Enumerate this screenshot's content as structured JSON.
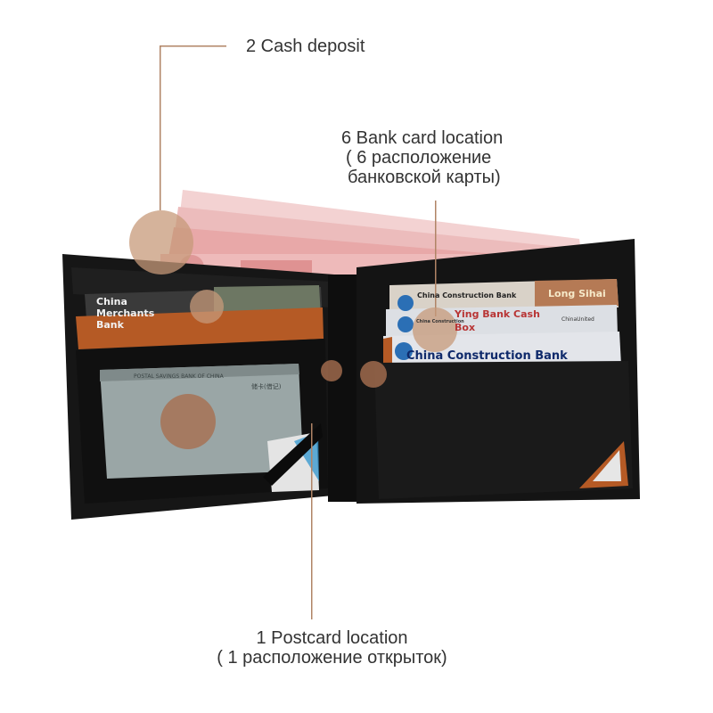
{
  "annotations": {
    "cash_deposit": "2 Cash deposit",
    "bank_card_en": "6 Bank card location",
    "bank_card_ru_1": "( 6 расположение",
    "bank_card_ru_2": "банковской карты)",
    "postcard_en": "1 Postcard location",
    "postcard_ru": "( 1  расположение открыток)"
  },
  "cards": {
    "merchants_1": "China",
    "merchants_2": "Merchants",
    "merchants_3": "Bank",
    "ccb_top": "China Construction Bank",
    "long_sihai": "Long Sihai",
    "ccb_small": "China Construction",
    "ying_bank_1": "Ying Bank Cash",
    "ying_bank_2": "Box",
    "china_united": "ChinaUnited",
    "ccb_bottom": "China Construction Bank",
    "id_card_header": "POSTAL SAVINGS BANK OF CHINA",
    "id_card_side": "储卡(借记)"
  },
  "colors": {
    "leather": "#141414",
    "tan_lining": "#b55a25",
    "banknote": "#e8a8a8",
    "marker": "#c79a7a"
  }
}
